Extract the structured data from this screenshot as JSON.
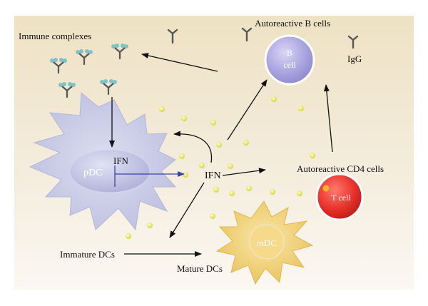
{
  "labels": {
    "immune_complexes": "Immune complexes",
    "autoreactive_b_cells": "Autoreactive B cells",
    "igg": "IgG",
    "b_cell_line1": "B",
    "b_cell_line2": "cell",
    "ifn_in_pdc": "IFN",
    "pdc": "pDC",
    "ifn": "IFN",
    "autoreactive_cd4_cells": "Autoreactive CD4 cells",
    "t_cell": "T cell",
    "mdc": "mDC",
    "immature_dcs": "Immature DCs",
    "mature_dcs": "Mature DCs"
  },
  "colors": {
    "background_panel": "#f4ecdc",
    "pdc_body": "#c9cbe6",
    "pdc_nucleus": "#b5b8dc",
    "b_cell": "#a9a2df",
    "t_cell": "#e8322b",
    "mdc_body": "#f3d27a",
    "ifn_dot": "#e4e45a",
    "antibody": "#555555",
    "immune_complex": "#6fb7b8",
    "arrow": "#111111",
    "blue_arrow": "#3b46a0"
  }
}
